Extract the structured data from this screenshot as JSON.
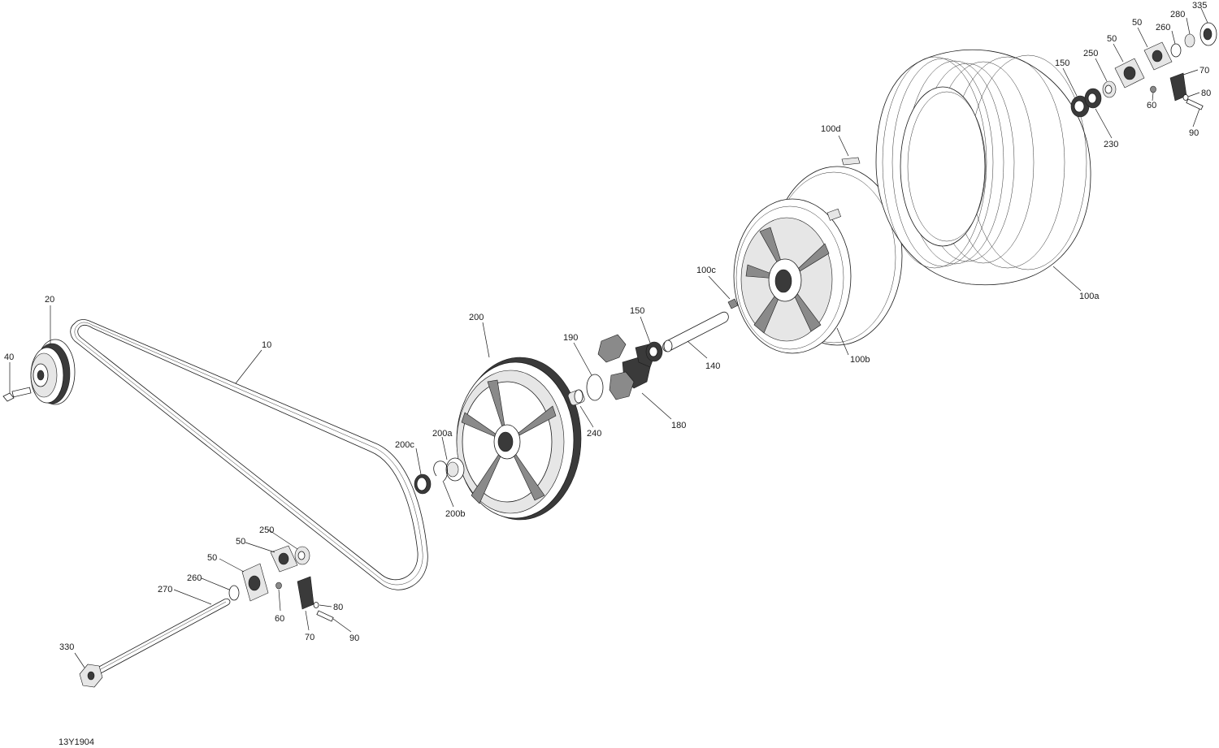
{
  "drawing_id": "13Y1904",
  "callouts": {
    "c10": "10",
    "c20": "20",
    "c40": "40",
    "c50a": "50",
    "c50b": "50",
    "c50c": "50",
    "c50d": "50",
    "c60a": "60",
    "c60b": "60",
    "c70a": "70",
    "c70b": "70",
    "c80a": "80",
    "c80b": "80",
    "c90a": "90",
    "c90b": "90",
    "c100a": "100a",
    "c100b": "100b",
    "c100c": "100c",
    "c100d": "100d",
    "c140": "140",
    "c150a": "150",
    "c150b": "150",
    "c180": "180",
    "c190": "190",
    "c200": "200",
    "c200a": "200a",
    "c200b": "200b",
    "c200c": "200c",
    "c230": "230",
    "c240": "240",
    "c250a": "250",
    "c250b": "250",
    "c260a": "260",
    "c260b": "260",
    "c270": "270",
    "c280": "280",
    "c330": "330",
    "c335": "335"
  }
}
